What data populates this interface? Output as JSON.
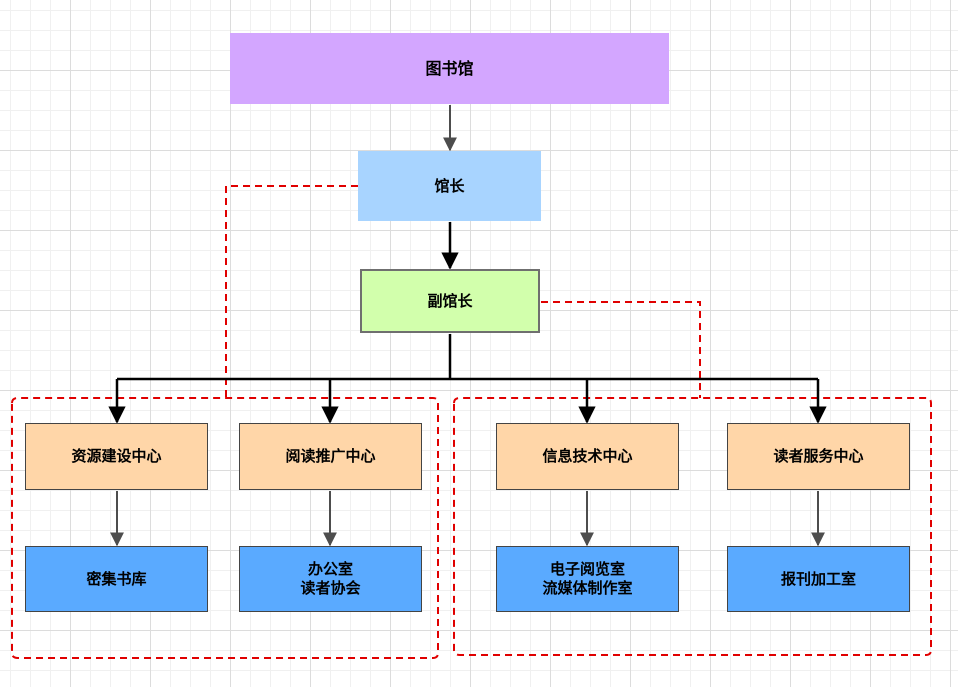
{
  "chart": {
    "root": "图书馆",
    "director": "馆长",
    "deputy": "副馆长",
    "centers": [
      {
        "label": "资源建设中心",
        "sub": "密集书库"
      },
      {
        "label": "阅读推广中心",
        "sub": "办公室\n读者协会"
      },
      {
        "label": "信息技术中心",
        "sub": "电子阅览室\n流媒体制作室"
      },
      {
        "label": "读者服务中心",
        "sub": "报刊加工室"
      }
    ]
  },
  "colors": {
    "root_fill": "#d3a6ff",
    "director_fill": "#a8d4ff",
    "deputy_fill": "#d2ffac",
    "center_fill": "#ffd6a8",
    "sub_fill": "#5aaaff",
    "dashed_group": "#e00000"
  }
}
